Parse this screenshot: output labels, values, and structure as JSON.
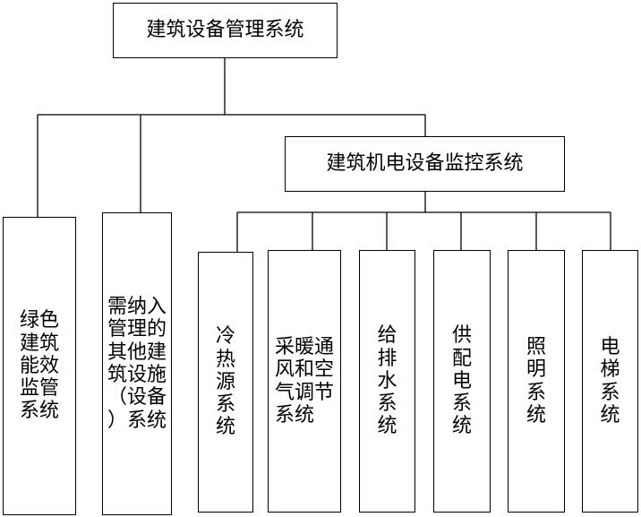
{
  "diagram": {
    "root": {
      "label": "建筑设备管理系统"
    },
    "branch": {
      "label": "建筑机电设备监控系统"
    },
    "side_nodes": [
      {
        "label": "绿色\n建筑\n能效\n监管\n系统"
      },
      {
        "label": "需纳入\n管理的\n其他建\n筑设施\n（设备\n）系统"
      }
    ],
    "leaf_nodes": [
      {
        "label": "冷\n热\n源\n系\n统"
      },
      {
        "label": "采暖通\n风和空\n气调节\n系统"
      },
      {
        "label": "给\n排\n水\n系\n统"
      },
      {
        "label": "供\n配\n电\n系\n统"
      },
      {
        "label": "照\n明\n系\n统"
      },
      {
        "label": "电\n梯\n系\n统"
      }
    ]
  }
}
